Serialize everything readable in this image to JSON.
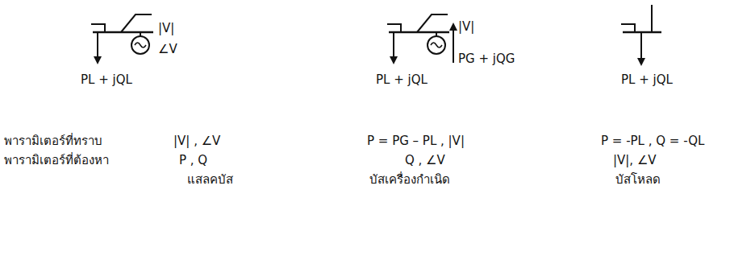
{
  "diagram": {
    "labels": [
      "|V|",
      "∠V",
      "PL + jQL",
      "|V|",
      "PG + jQG",
      "PL + jQL",
      "PL + jQL",
      "พารามิเตอร์ที่ทราบ",
      "|V| , ∠V",
      "P = PG – PL , |V|",
      "P = -PL , Q = -QL",
      "พารามิเตอร์ที่ต้องหา",
      "P , Q",
      "Q , ∠V",
      "|V|, ∠V",
      "แสลคบัส",
      "บัสเครื่องกำเนิด",
      "บัสโหลด"
    ]
  }
}
